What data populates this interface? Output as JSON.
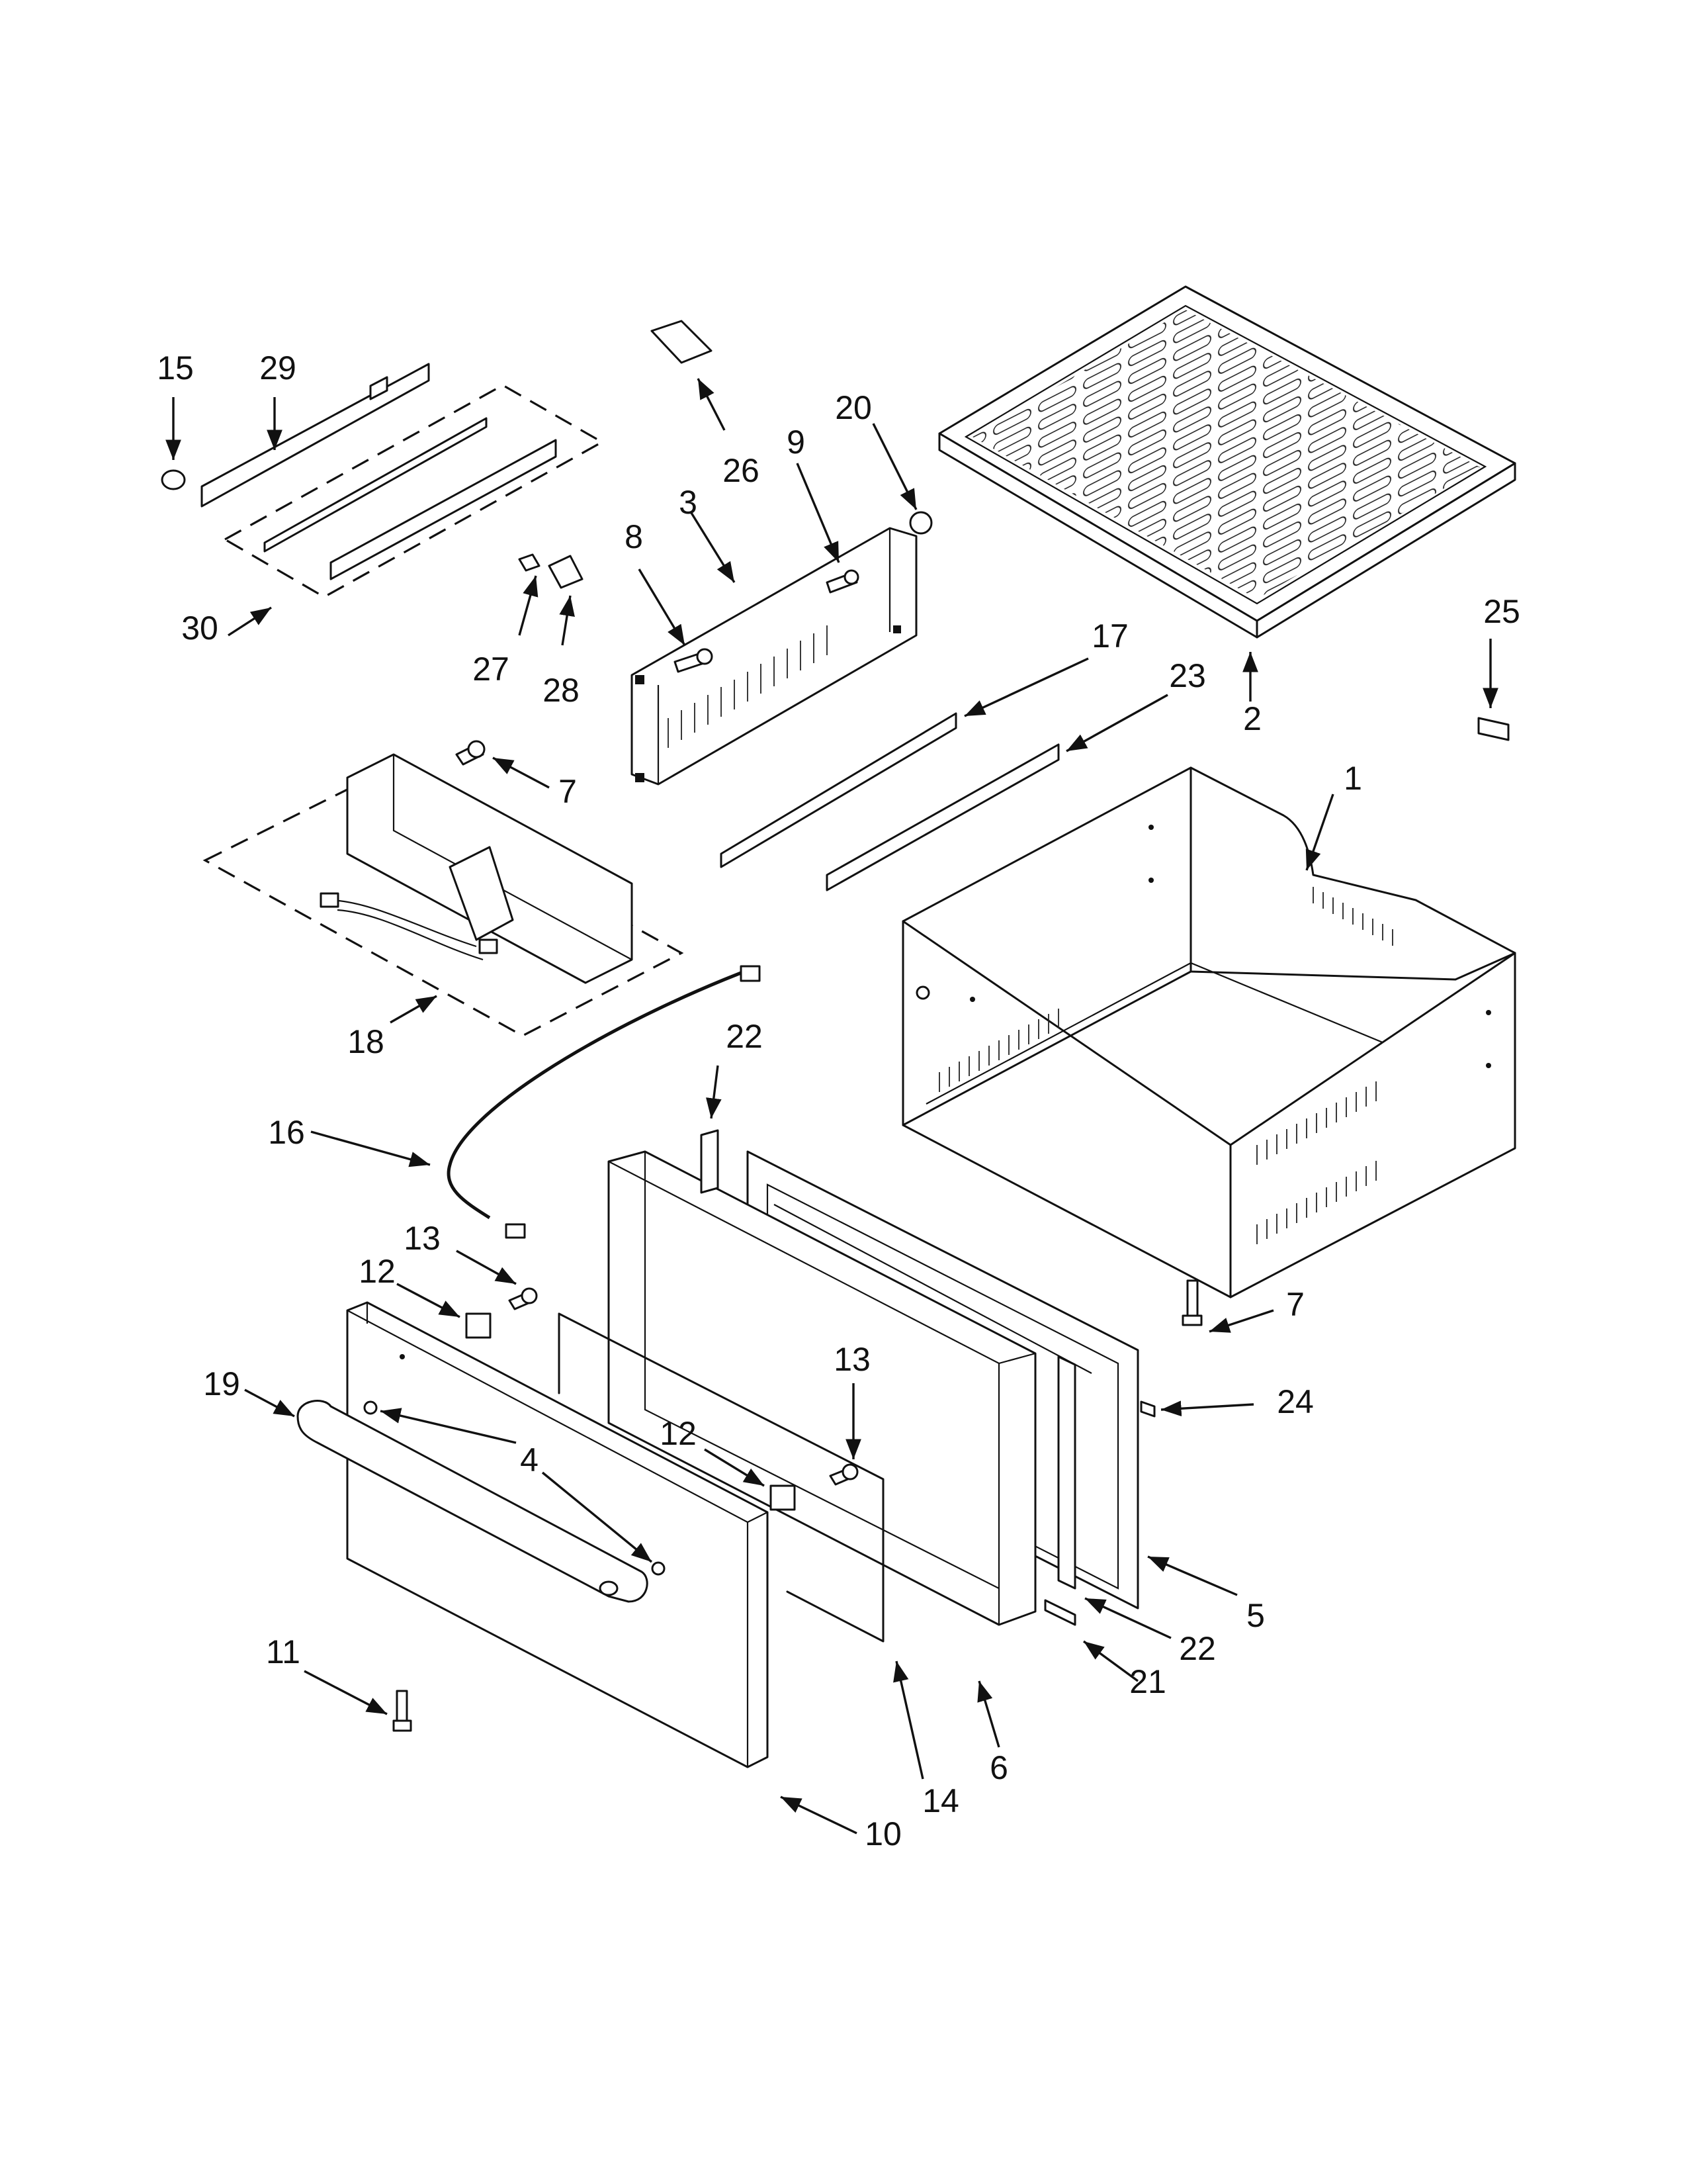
{
  "callouts": [
    {
      "id": "c1",
      "text": "1"
    },
    {
      "id": "c2",
      "text": "2"
    },
    {
      "id": "c3",
      "text": "3"
    },
    {
      "id": "c4",
      "text": "4"
    },
    {
      "id": "c5",
      "text": "5"
    },
    {
      "id": "c6",
      "text": "6"
    },
    {
      "id": "c7a",
      "text": "7"
    },
    {
      "id": "c7b",
      "text": "7"
    },
    {
      "id": "c8",
      "text": "8"
    },
    {
      "id": "c9",
      "text": "9"
    },
    {
      "id": "c10",
      "text": "10"
    },
    {
      "id": "c11",
      "text": "11"
    },
    {
      "id": "c12a",
      "text": "12"
    },
    {
      "id": "c12b",
      "text": "12"
    },
    {
      "id": "c13a",
      "text": "13"
    },
    {
      "id": "c13b",
      "text": "13"
    },
    {
      "id": "c14",
      "text": "14"
    },
    {
      "id": "c15",
      "text": "15"
    },
    {
      "id": "c16",
      "text": "16"
    },
    {
      "id": "c17",
      "text": "17"
    },
    {
      "id": "c18",
      "text": "18"
    },
    {
      "id": "c19",
      "text": "19"
    },
    {
      "id": "c20",
      "text": "20"
    },
    {
      "id": "c21",
      "text": "21"
    },
    {
      "id": "c22a",
      "text": "22"
    },
    {
      "id": "c22b",
      "text": "22"
    },
    {
      "id": "c23",
      "text": "23"
    },
    {
      "id": "c24",
      "text": "24"
    },
    {
      "id": "c25",
      "text": "25"
    },
    {
      "id": "c26",
      "text": "26"
    },
    {
      "id": "c27",
      "text": "27"
    },
    {
      "id": "c28",
      "text": "28"
    },
    {
      "id": "c29",
      "text": "29"
    },
    {
      "id": "c30",
      "text": "30"
    }
  ]
}
